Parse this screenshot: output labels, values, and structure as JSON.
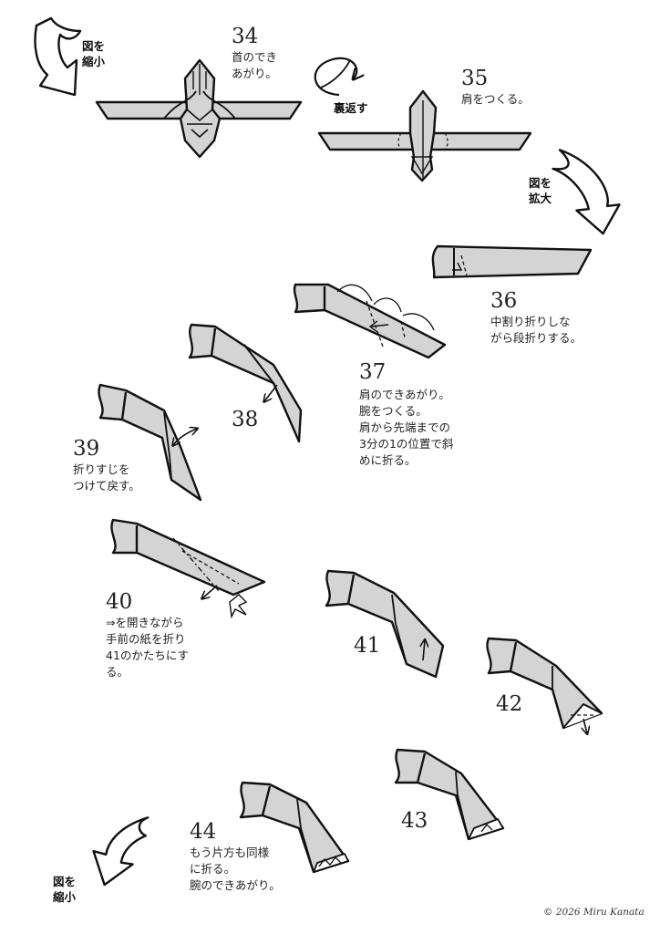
{
  "labels": {
    "reduce_top": "図を\n縮小",
    "flip": "裏返す",
    "enlarge": "図を\n拡大",
    "reduce_bottom": "図を\n縮小"
  },
  "steps": {
    "s34": {
      "num": "34",
      "text": "首のでき\nあがり。"
    },
    "s35": {
      "num": "35",
      "text": "肩をつくる。"
    },
    "s36": {
      "num": "36",
      "text": "中割り折りしな\nがら段折りする。"
    },
    "s37": {
      "num": "37",
      "text": "肩のできあがり。\n腕をつくる。\n肩から先端までの\n3分の1の位置で斜\nめに折る。"
    },
    "s38": {
      "num": "38"
    },
    "s39": {
      "num": "39",
      "text": "折りすじを\nつけて戻す。"
    },
    "s40": {
      "num": "40",
      "text": "⇒を開きながら\n手前の紙を折り\n41のかたちにす\nる。"
    },
    "s41": {
      "num": "41"
    },
    "s42": {
      "num": "42"
    },
    "s43": {
      "num": "43"
    },
    "s44": {
      "num": "44",
      "text": "もう片方も同様\nに折る。\n腕のできあがり。"
    }
  },
  "copyright": "© 2026 Miru Kanata",
  "colors": {
    "paper": "#d4d4d4",
    "ink": "#111111"
  }
}
